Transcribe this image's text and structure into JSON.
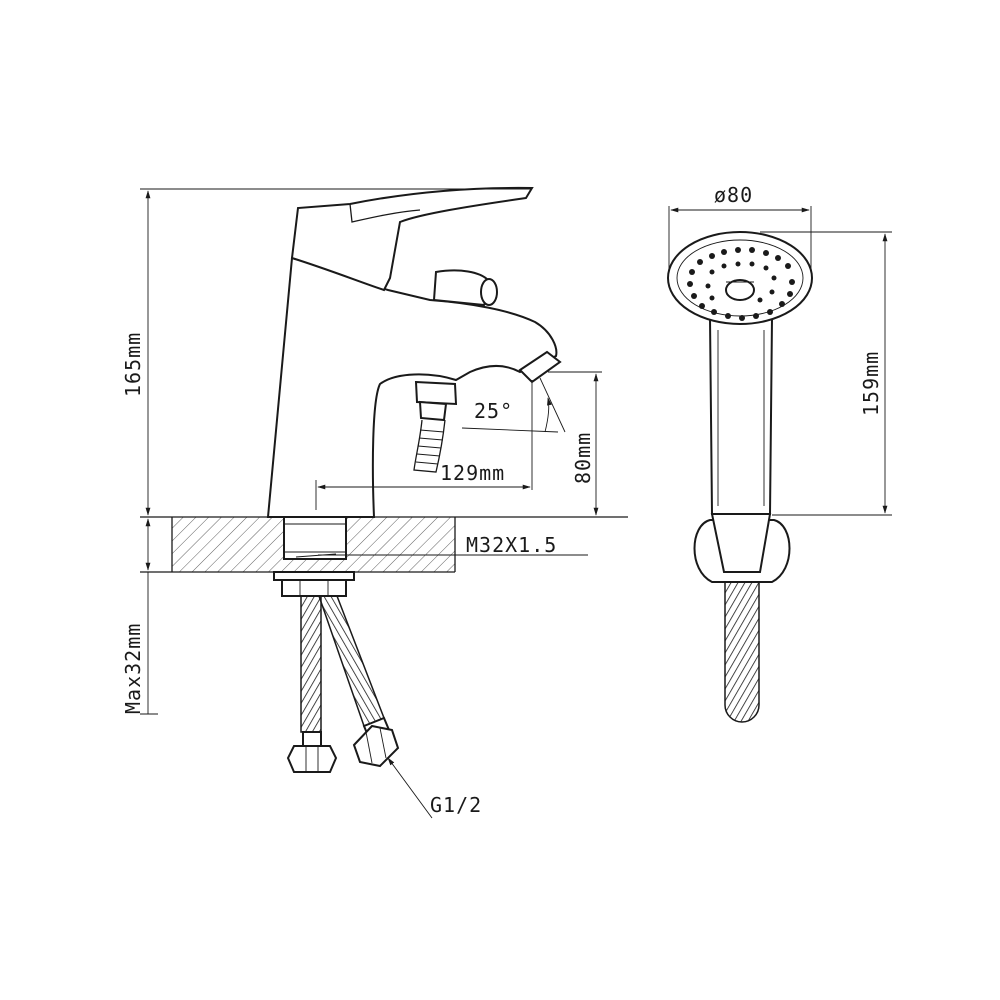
{
  "drawing": {
    "labels": {
      "height_total": "165mm",
      "spout_reach": "129mm",
      "spout_height": "80mm",
      "spout_angle": "25°",
      "thread": "M32X1.5",
      "max_thickness": "Max32mm",
      "connection": "G1/2",
      "shower_diameter": "ø80",
      "shower_length": "159mm"
    }
  }
}
